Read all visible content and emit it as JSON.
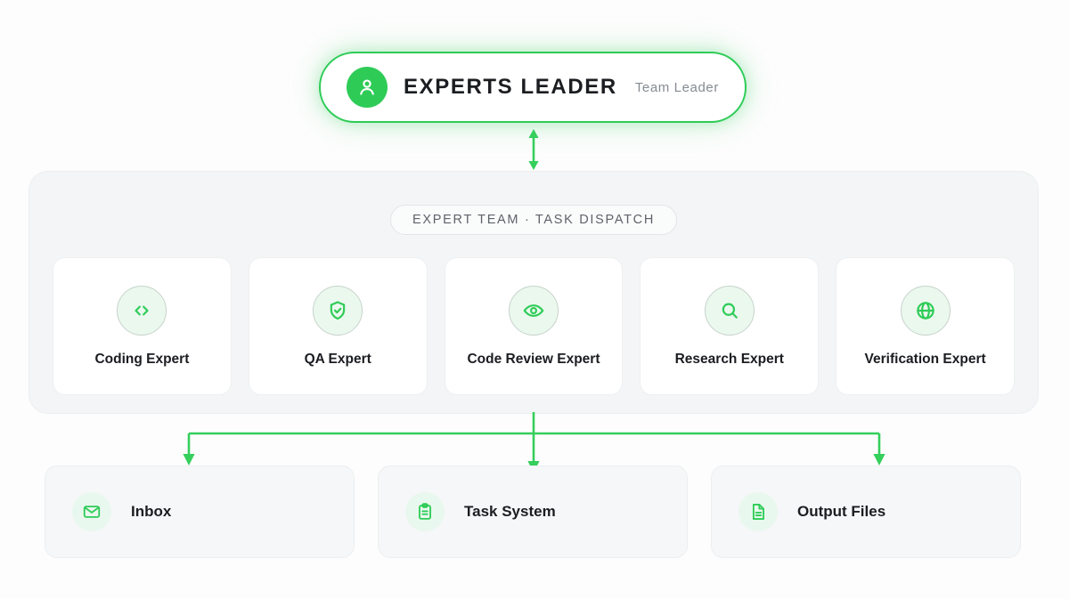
{
  "leader": {
    "icon": "user-avatar-icon",
    "title": "EXPERTS LEADER",
    "role": "Team Leader"
  },
  "link_leader_team": {
    "icon": "double-arrow-vertical-icon"
  },
  "team_panel": {
    "badge": "EXPERT TEAM · TASK DISPATCH",
    "experts": [
      {
        "label": "Coding Expert",
        "icon": "code-brackets-icon"
      },
      {
        "label": "QA Expert",
        "icon": "shield-check-icon"
      },
      {
        "label": "Code Review Expert",
        "icon": "eye-icon"
      },
      {
        "label": "Research Expert",
        "icon": "magnifier-icon"
      },
      {
        "label": "Verification Expert",
        "icon": "globe-icon"
      }
    ]
  },
  "outputs": [
    {
      "label": "Inbox",
      "icon": "envelope-icon"
    },
    {
      "label": "Task System",
      "icon": "clipboard-icon"
    },
    {
      "label": "Output Files",
      "icon": "document-icon"
    }
  ],
  "colors": {
    "accent_green": "#2ecc57",
    "connector_green": "#35cf5c",
    "icon_green": "#2ecc57",
    "page_background": "#fdfdfd",
    "panel_background": "#f4f5f6",
    "card_background": "#ffffff",
    "output_card_background": "#f6f7f8",
    "icon_circle_fill": "#eaf8ee",
    "title_text": "#1b1d21",
    "muted_text": "#868b92",
    "badge_text": "#5e636a"
  }
}
